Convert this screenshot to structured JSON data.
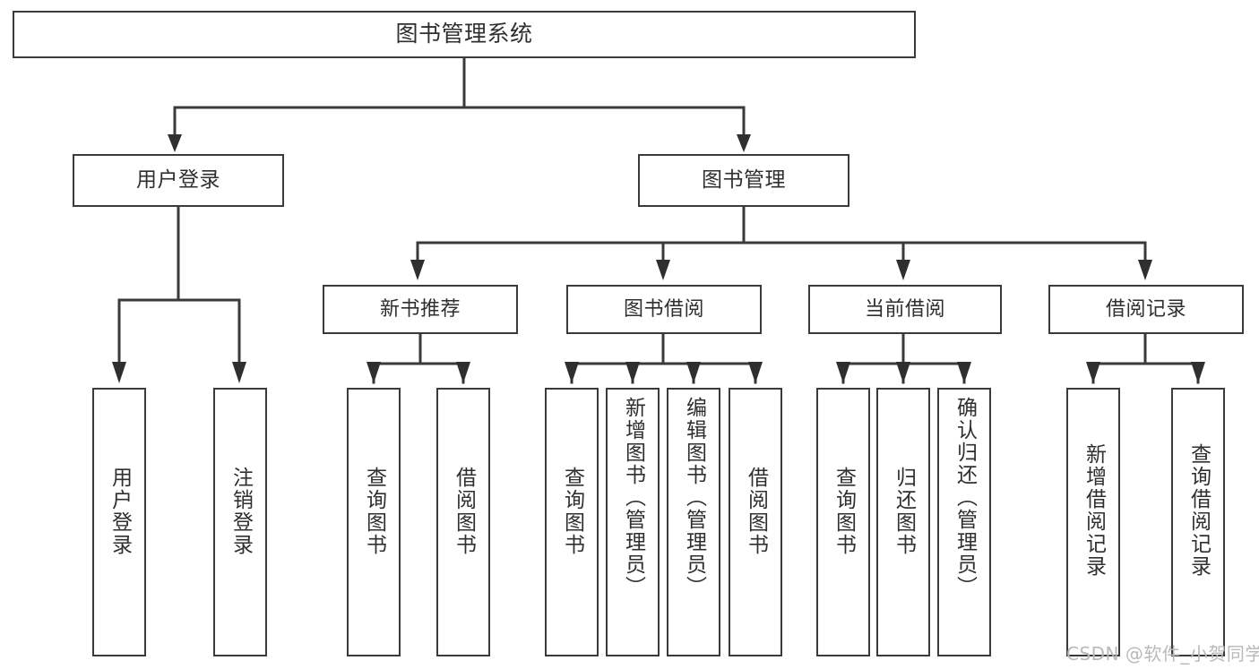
{
  "diagram": {
    "title": "图书管理系统",
    "type": "hierarchy-tree",
    "colors": {
      "box_border": "#3a3a3a",
      "box_fill": "#ffffff",
      "edge": "#3a3a3a",
      "text": "#2f2f2f",
      "watermark": "#b9b9b9"
    },
    "nodes": {
      "root": {
        "label": "图书管理系统"
      },
      "level1": [
        {
          "id": "user-login",
          "label": "用户登录"
        },
        {
          "id": "book-management",
          "label": "图书管理"
        }
      ],
      "level2": [
        {
          "id": "new-book-recommend",
          "label": "新书推荐"
        },
        {
          "id": "book-borrow",
          "label": "图书借阅"
        },
        {
          "id": "current-borrow",
          "label": "当前借阅"
        },
        {
          "id": "borrow-record",
          "label": "借阅记录"
        }
      ],
      "leaves": {
        "user_login": [
          {
            "id": "leaf-user-login",
            "label": "用户登录"
          },
          {
            "id": "leaf-logout",
            "label": "注销登录"
          }
        ],
        "new_book_recommend": [
          {
            "id": "leaf-query-book-1",
            "label": "查询图书"
          },
          {
            "id": "leaf-borrow-book-1",
            "label": "借阅图书"
          }
        ],
        "book_borrow": [
          {
            "id": "leaf-query-book-2",
            "label": "查询图书"
          },
          {
            "id": "leaf-add-book",
            "label": "新增图书（管理员）"
          },
          {
            "id": "leaf-edit-book",
            "label": "编辑图书（管理员）"
          },
          {
            "id": "leaf-borrow-book-2",
            "label": "借阅图书"
          }
        ],
        "current_borrow": [
          {
            "id": "leaf-query-book-3",
            "label": "查询图书"
          },
          {
            "id": "leaf-return-book",
            "label": "归还图书"
          },
          {
            "id": "leaf-confirm-return",
            "label": "确认归还（管理员）"
          }
        ],
        "borrow_record": [
          {
            "id": "leaf-add-record",
            "label": "新增借阅记录"
          },
          {
            "id": "leaf-query-record",
            "label": "查询借阅记录"
          }
        ]
      }
    }
  },
  "watermark": {
    "text": "CSDN @软件_小贺同学"
  }
}
